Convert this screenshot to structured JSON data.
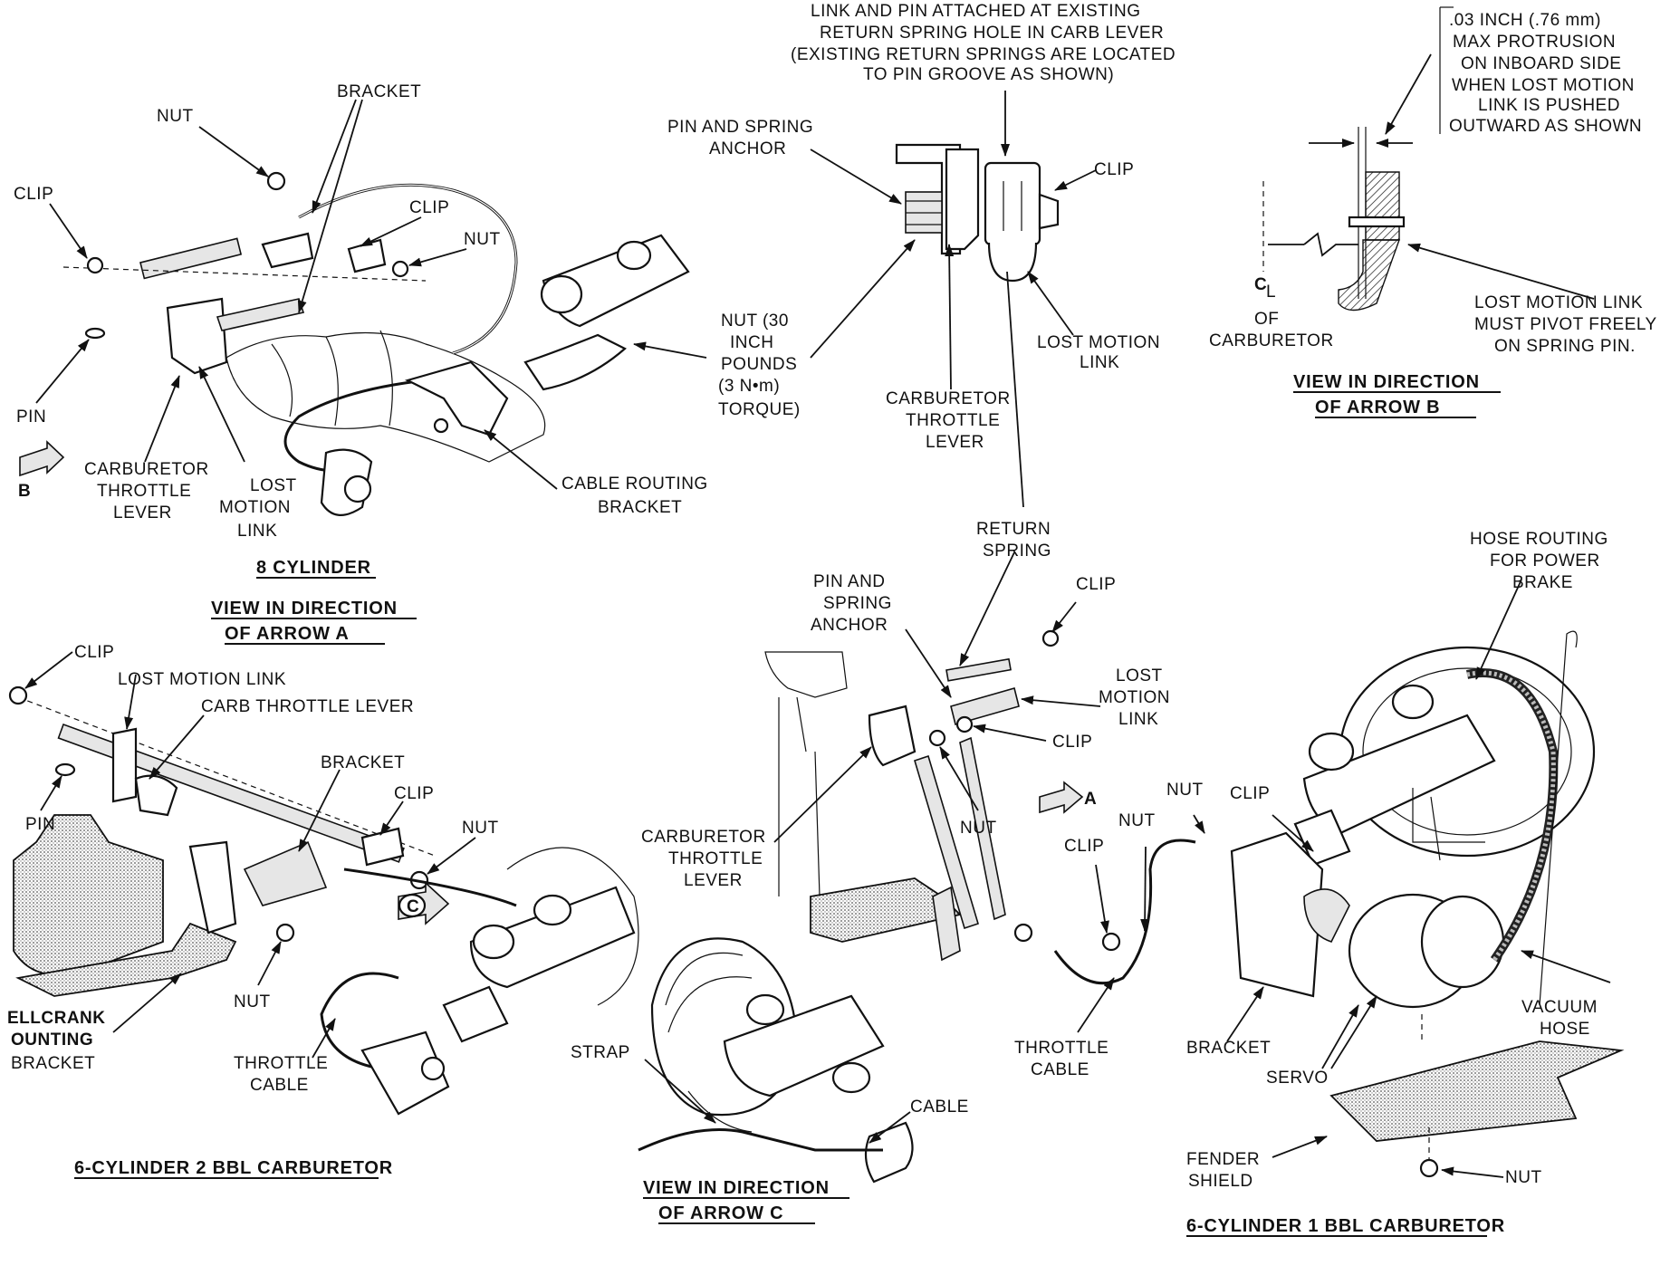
{
  "diagram": {
    "sections": {
      "eight_cyl": {
        "title": "8 CYLINDER",
        "view_title": [
          "VIEW IN DIRECTION",
          "OF ARROW A"
        ],
        "labels": {
          "nut": "NUT",
          "bracket": "BRACKET",
          "clip_left": "CLIP",
          "clip_mid": "CLIP",
          "nut_right": "NUT",
          "pin": "PIN",
          "arrow_b": "B",
          "carb_lever": [
            "CARBURETOR",
            "THROTTLE",
            "LEVER"
          ],
          "lost_motion": [
            "LOST",
            "MOTION",
            "LINK"
          ],
          "nut_torque": [
            "NUT (30",
            "INCH",
            "POUNDS",
            "(3 N•m)",
            "TORQUE)"
          ],
          "cable_routing": [
            "CABLE ROUTING",
            "BRACKET"
          ]
        }
      },
      "detail_top": {
        "header": [
          "LINK AND PIN ATTACHED AT EXISTING",
          "RETURN SPRING HOLE IN CARB LEVER",
          "(EXISTING RETURN SPRINGS ARE LOCATED",
          "TO PIN GROOVE AS SHOWN)"
        ],
        "labels": {
          "pin_anchor": [
            "PIN AND SPRING",
            "ANCHOR"
          ],
          "clip": "CLIP",
          "lost_motion": [
            "LOST MOTION",
            "LINK"
          ],
          "carb_lever": [
            "CARBURETOR",
            "THROTTLE",
            "LEVER"
          ]
        }
      },
      "view_b": {
        "title": [
          "VIEW IN DIRECTION",
          "OF ARROW B"
        ],
        "labels": {
          "protrusion": [
            ".03 INCH (.76 mm)",
            "MAX PROTRUSION",
            "ON INBOARD SIDE",
            "WHEN LOST MOTION",
            "LINK IS PUSHED",
            "OUTWARD AS SHOWN"
          ],
          "centerline": "C",
          "centerline_l": "L",
          "of_carb": [
            "OF",
            "CARBURETOR"
          ],
          "pivot": [
            "LOST MOTION LINK",
            "MUST PIVOT FREELY",
            "ON SPRING PIN."
          ]
        }
      },
      "six_cyl_2bbl": {
        "title": "6-CYLINDER 2 BBL CARBURETOR",
        "labels": {
          "clip": "CLIP",
          "lost_motion": "LOST MOTION LINK",
          "carb_lever": "CARB THROTTLE LEVER",
          "bracket": "BRACKET",
          "pin": "PIN",
          "clip2": "CLIP",
          "nut": "NUT",
          "arrow_c": "C",
          "nut2": "NUT",
          "bellcrank": [
            "ELLCRANK",
            "OUNTING",
            "BRACKET"
          ],
          "throttle_cable": [
            "THROTTLE",
            "CABLE"
          ]
        }
      },
      "view_c": {
        "title": [
          "VIEW IN DIRECTION",
          "OF ARROW C"
        ],
        "labels": {
          "strap": "STRAP",
          "cable": "CABLE"
        }
      },
      "six_cyl_1bbl": {
        "title": "6-CYLINDER 1 BBL CARBURETOR",
        "labels": {
          "return_spring": [
            "RETURN",
            "SPRING"
          ],
          "pin_anchor": [
            "PIN AND",
            "SPRING",
            "ANCHOR"
          ],
          "clip": "CLIP",
          "lost_motion": [
            "LOST",
            "MOTION",
            "LINK"
          ],
          "clip2": "CLIP",
          "arrow_a": "A",
          "carb_lever": [
            "CARBURETOR",
            "THROTTLE",
            "LEVER"
          ],
          "nut": "NUT",
          "clip3": "CLIP",
          "nut2": "NUT",
          "nut3": "NUT",
          "clip4": "CLIP",
          "throttle_cable": [
            "THROTTLE",
            "CABLE"
          ],
          "hose_routing": [
            "HOSE ROUTING",
            "FOR POWER",
            "BRAKE"
          ],
          "vacuum_hose": [
            "VACUUM",
            "HOSE"
          ],
          "bracket": "BRACKET",
          "servo": "SERVO",
          "fender_shield": [
            "FENDER",
            "SHIELD"
          ],
          "nut4": "NUT"
        }
      }
    }
  }
}
